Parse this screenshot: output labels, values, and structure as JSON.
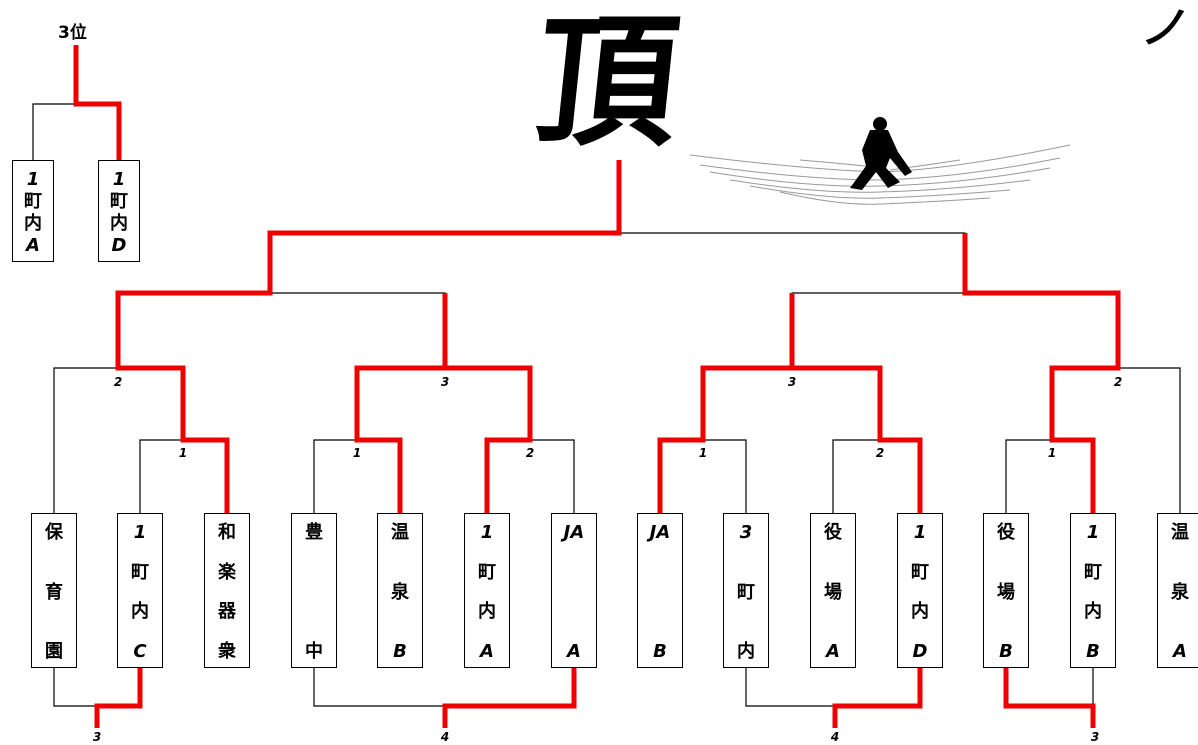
{
  "title_kanji": "頂",
  "corner_glyph": "ノ",
  "third_place": {
    "title": "3位",
    "teams": [
      {
        "label": "1町内A",
        "lines": [
          "1",
          "町",
          "内",
          "A"
        ]
      },
      {
        "label": "1町内D",
        "lines": [
          "1",
          "町",
          "内",
          "D"
        ]
      }
    ]
  },
  "teams": [
    {
      "label": "保育園",
      "lines": [
        "保",
        "育",
        "園"
      ]
    },
    {
      "label": "1町内C",
      "lines": [
        "1",
        "町",
        "内",
        "C"
      ]
    },
    {
      "label": "和楽器衆",
      "lines": [
        "和",
        "楽",
        "器",
        "衆"
      ]
    },
    {
      "label": "豊中",
      "lines": [
        "豊",
        "中"
      ]
    },
    {
      "label": "温泉B",
      "lines": [
        "温",
        "泉",
        "B"
      ]
    },
    {
      "label": "1町内A",
      "lines": [
        "1",
        "町",
        "内",
        "A"
      ]
    },
    {
      "label": "JAA",
      "lines": [
        "JA",
        "A"
      ]
    },
    {
      "label": "JAB",
      "lines": [
        "JA",
        "B"
      ]
    },
    {
      "label": "3町内",
      "lines": [
        "3",
        "町",
        "内"
      ]
    },
    {
      "label": "役場A",
      "lines": [
        "役",
        "場",
        "A"
      ]
    },
    {
      "label": "1町内D",
      "lines": [
        "1",
        "町",
        "内",
        "D"
      ]
    },
    {
      "label": "役場B",
      "lines": [
        "役",
        "場",
        "B"
      ]
    },
    {
      "label": "1町内B",
      "lines": [
        "1",
        "町",
        "内",
        "B"
      ]
    },
    {
      "label": "温泉A",
      "lines": [
        "温",
        "泉",
        "A"
      ]
    }
  ],
  "match_numbers": {
    "r1_top": [
      "1",
      "1",
      "2",
      "1",
      "2",
      "1"
    ],
    "r1_bottom": [
      "3",
      "4",
      "4",
      "3"
    ],
    "r2": [
      "2",
      "3",
      "3",
      "2"
    ]
  },
  "colors": {
    "winner_line": "#ee0000",
    "line": "#000000"
  }
}
